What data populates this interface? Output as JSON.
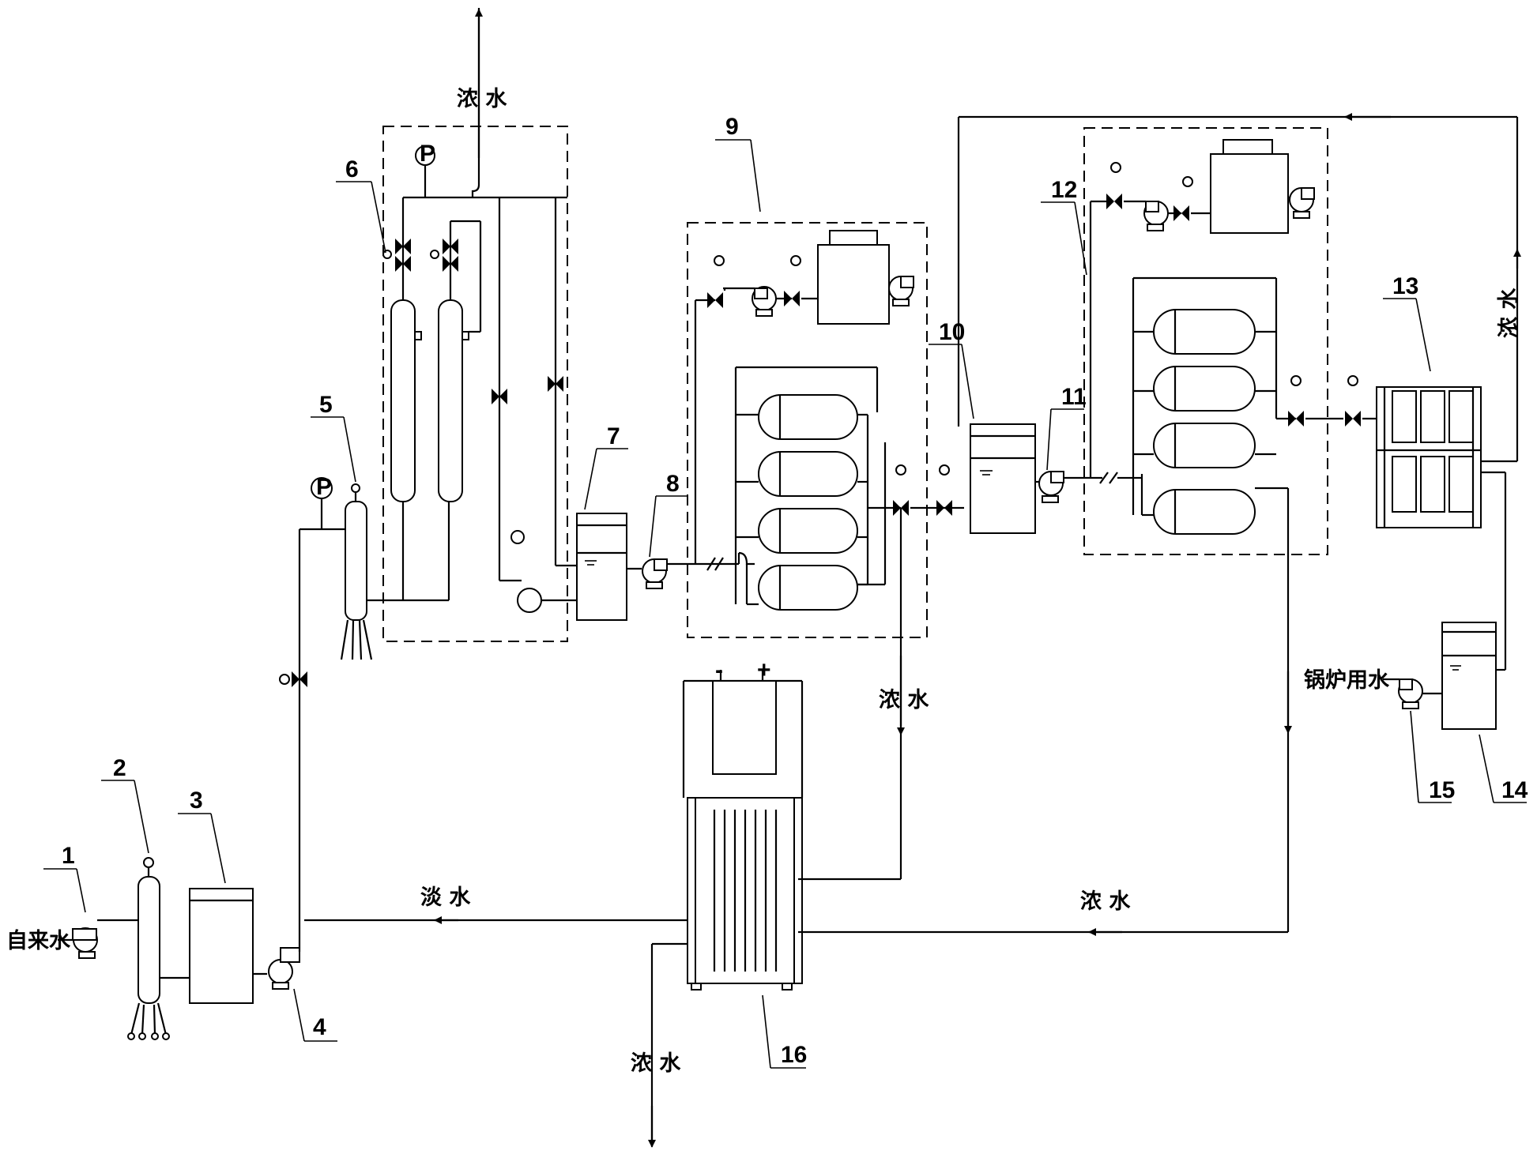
{
  "labels": {
    "tap_water": "自来水",
    "boiler_water": "锅炉用水",
    "fresh_water": "淡 水",
    "concentrate": "浓 水",
    "pressure_mark": "P",
    "anode": "+",
    "cathode": "-"
  },
  "components": [
    {
      "id": "1"
    },
    {
      "id": "2"
    },
    {
      "id": "3"
    },
    {
      "id": "4"
    },
    {
      "id": "5"
    },
    {
      "id": "6"
    },
    {
      "id": "7"
    },
    {
      "id": "8"
    },
    {
      "id": "9"
    },
    {
      "id": "10"
    },
    {
      "id": "11"
    },
    {
      "id": "12"
    },
    {
      "id": "13"
    },
    {
      "id": "14"
    },
    {
      "id": "15"
    },
    {
      "id": "16"
    }
  ]
}
